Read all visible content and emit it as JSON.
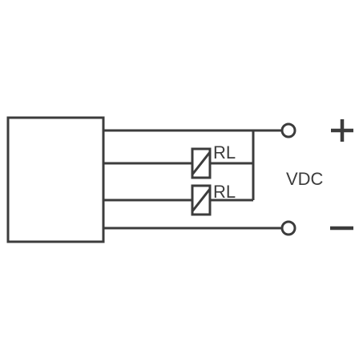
{
  "diagram": {
    "relay_1_label": "RL",
    "relay_2_label": "RL",
    "supply_label": "VDC",
    "positive_symbol": "+",
    "negative_symbol": "−",
    "line_color": "#3c3c3c",
    "background_color": "#ffffff"
  }
}
